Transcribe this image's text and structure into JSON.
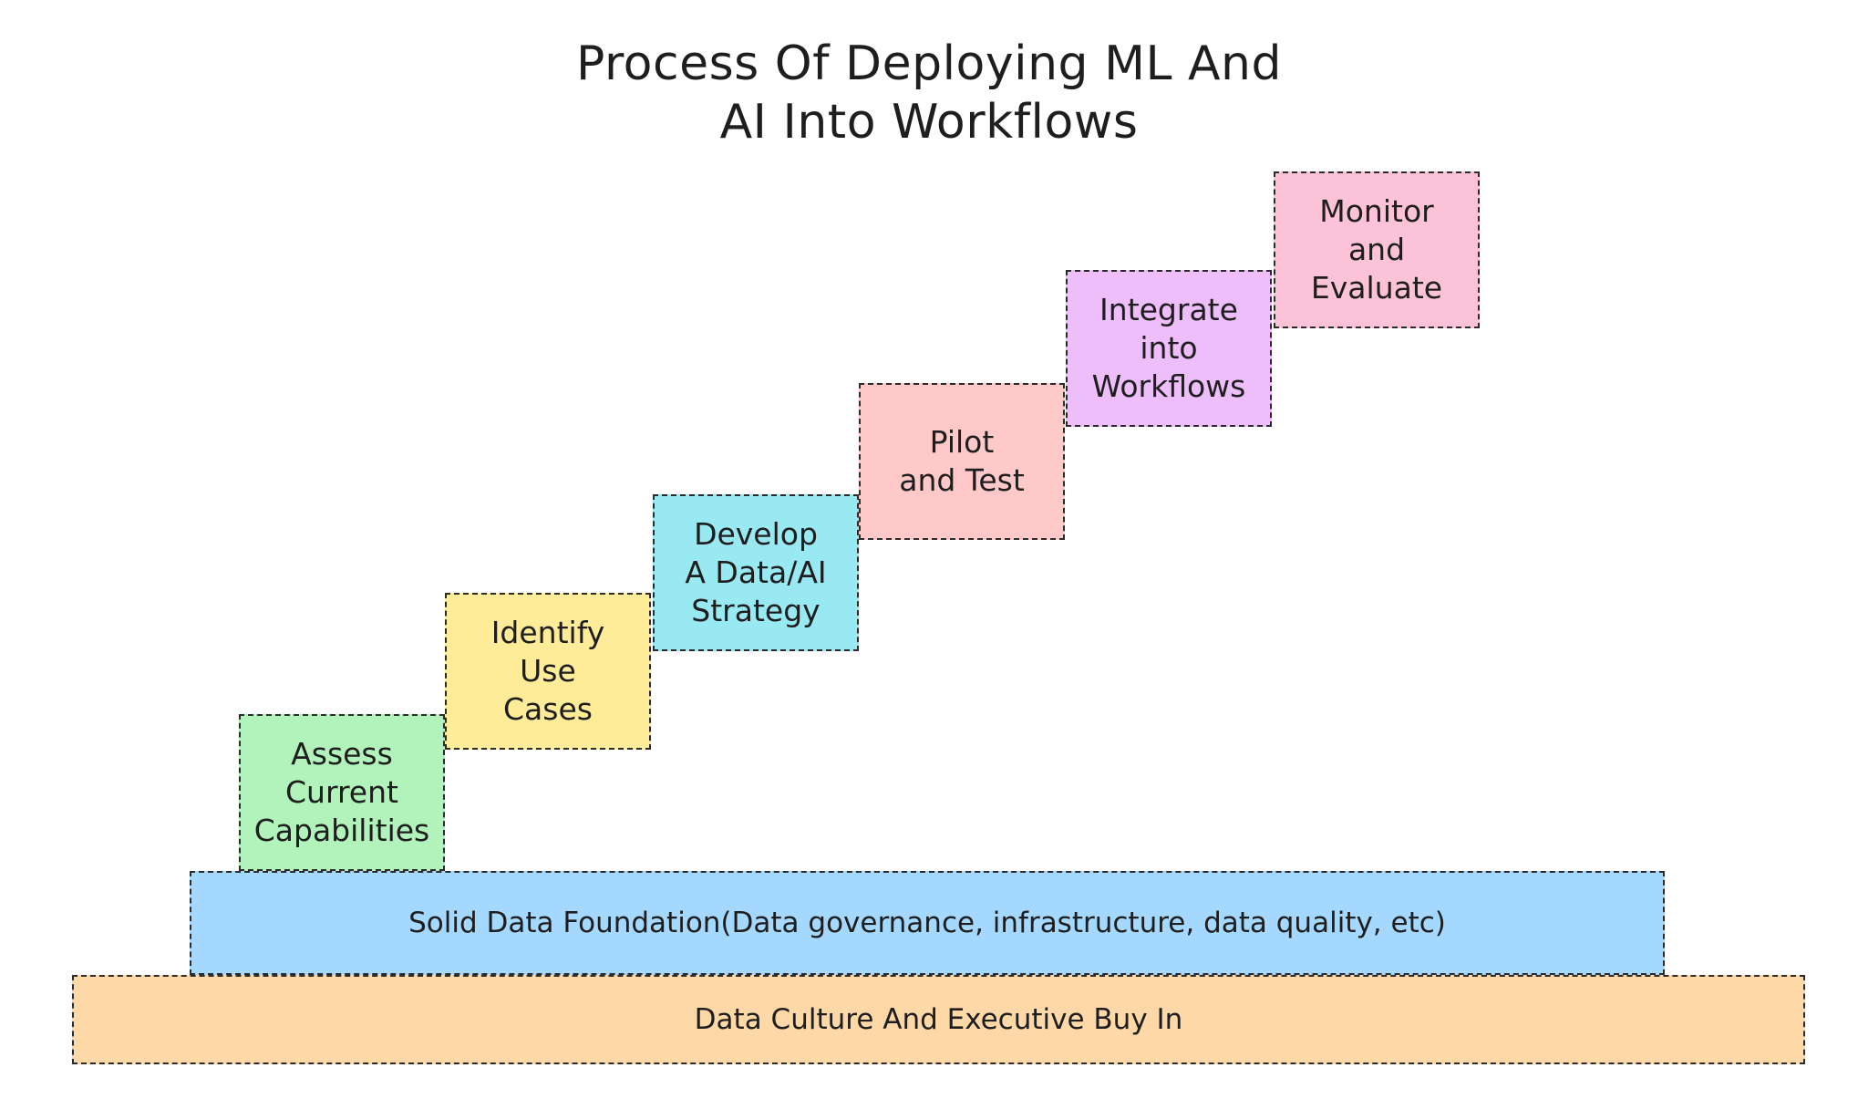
{
  "title": {
    "line1": "Process Of Deploying ML And",
    "line2": "AI Into Workflows"
  },
  "steps": [
    {
      "lines": [
        "Assess",
        "Current",
        "Capabilities"
      ],
      "color": "#b2f2bb"
    },
    {
      "lines": [
        "Identify",
        "Use",
        "Cases"
      ],
      "color": "#ffec99"
    },
    {
      "lines": [
        "Develop",
        "A Data/AI",
        "Strategy"
      ],
      "color": "#99e9f2"
    },
    {
      "lines": [
        "Pilot",
        "and Test"
      ],
      "color": "#ffc9c9"
    },
    {
      "lines": [
        "Integrate",
        "into",
        "Workflows"
      ],
      "color": "#eebefa"
    },
    {
      "lines": [
        "Monitor",
        "and",
        "Evaluate"
      ],
      "color": "#fcc2d7"
    }
  ],
  "foundation": {
    "label": "Solid Data Foundation(Data governance, infrastructure, data quality, etc)",
    "color": "#a5d8ff"
  },
  "culture": {
    "label": "Data Culture And Executive Buy In",
    "color": "#ffd8a8"
  }
}
